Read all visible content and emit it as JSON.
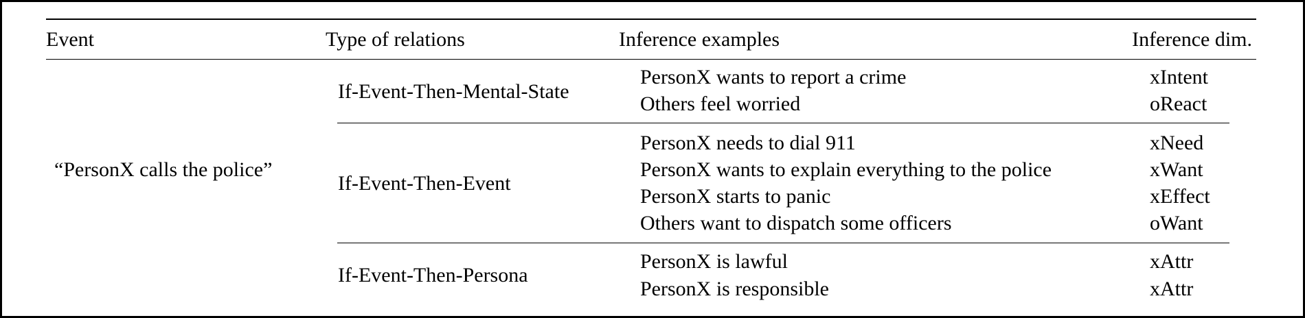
{
  "headers": {
    "event": "Event",
    "type": "Type of relations",
    "examples": "Inference examples",
    "dim": "Inference dim."
  },
  "event": "“PersonX calls the police”",
  "groups": [
    {
      "type": "If-Event-Then-Mental-State",
      "rows": [
        {
          "example": "PersonX wants to report a crime",
          "dim": "xIntent"
        },
        {
          "example": "Others feel worried",
          "dim": "oReact"
        }
      ]
    },
    {
      "type": "If-Event-Then-Event",
      "rows": [
        {
          "example": "PersonX needs to dial 911",
          "dim": "xNeed"
        },
        {
          "example": "PersonX wants to explain everything to the police",
          "dim": "xWant"
        },
        {
          "example": "PersonX starts to panic",
          "dim": "xEffect"
        },
        {
          "example": "Others want to dispatch some officers",
          "dim": "oWant"
        }
      ]
    },
    {
      "type": "If-Event-Then-Persona",
      "rows": [
        {
          "example": "PersonX is lawful",
          "dim": "xAttr"
        },
        {
          "example": "PersonX is responsible",
          "dim": "xAttr"
        }
      ]
    }
  ]
}
